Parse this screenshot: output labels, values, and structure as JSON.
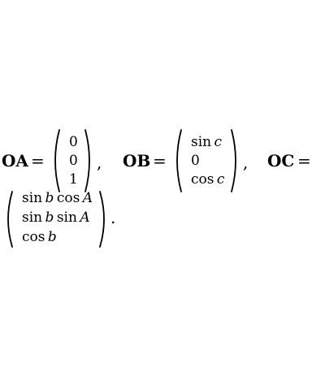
{
  "equation": {
    "OA": {
      "name": "OA",
      "equals": "=",
      "entries": [
        "0",
        "0",
        "1"
      ],
      "separator": ","
    },
    "OB": {
      "name": "OB",
      "equals": "=",
      "entries": [
        {
          "fn": "sin",
          "var": "c"
        },
        {
          "text": "0"
        },
        {
          "fn": "cos",
          "var": "c"
        }
      ],
      "separator": ","
    },
    "OC": {
      "name": "OC",
      "equals": "=",
      "entries": [
        {
          "fn1": "sin",
          "var1": "b",
          "fn2": "cos",
          "var2": "A"
        },
        {
          "fn1": "sin",
          "var1": "b",
          "fn2": "sin",
          "var2": "A"
        },
        {
          "fn1": "cos",
          "var1": "b"
        }
      ],
      "terminator": "."
    }
  }
}
